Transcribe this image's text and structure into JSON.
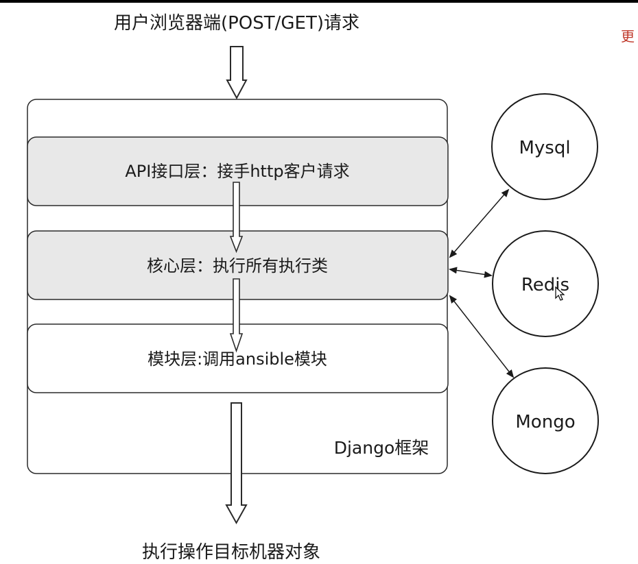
{
  "top_label": "用户浏览器端(POST/GET)请求",
  "bottom_label": "执行操作目标机器对象",
  "framework_label": "Django框架",
  "layers": [
    {
      "label": "API接口层：接手http客户请求"
    },
    {
      "label": "核心层：执行所有执行类"
    },
    {
      "label": "模块层:调用ansible模块"
    }
  ],
  "databases": [
    {
      "label": "Mysql"
    },
    {
      "label": "Redis"
    },
    {
      "label": "Mongo"
    }
  ],
  "edge_text": "更",
  "colors": {
    "layer_fill_shaded": "#e8e8e8",
    "layer_fill_plain": "#ffffff",
    "stroke": "#2a2a2a",
    "edge_text": "#c0392b"
  }
}
